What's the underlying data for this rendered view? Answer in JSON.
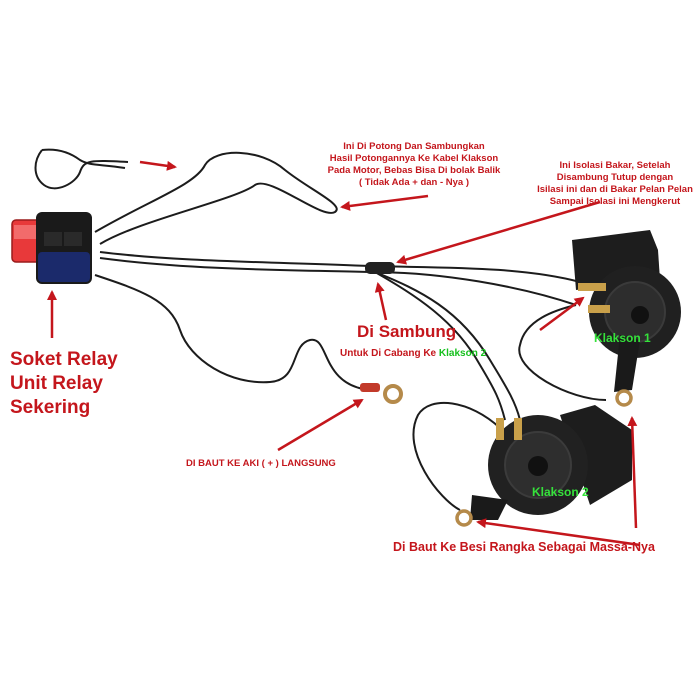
{
  "labels": {
    "cut_note": [
      "Ini Di Potong Dan Sambungkan",
      "Hasil Potongannya Ke Kabel Klakson",
      "Pada Motor, Bebas Bisa Di bolak Balik",
      "( Tidak Ada + dan - Nya )"
    ],
    "insulation_note": [
      "Ini Isolasi Bakar, Setelah",
      "Disambung Tutup dengan",
      "Isilasi ini dan di Bakar Pelan Pelan",
      "Sampai Isolasi ini Mengkerut"
    ],
    "relay_label": [
      "Soket Relay",
      "Unit Relay",
      "Sekering"
    ],
    "di_sambung": "Di Sambung",
    "cabang_prefix": "Untuk Di Cabang Ke",
    "cabang_target": "Klakson 2",
    "battery_note": "DI BAUT KE AKI ( + ) LANGSUNG",
    "ground_note": "Di Baut Ke Besi Rangka Sebagai Massa-Nya",
    "horn1": "Klakson 1",
    "horn2": "Klakson 2"
  },
  "colors": {
    "annotation": "#c4161c",
    "horn_label": "#35e23b",
    "wire": "#1c1c1c",
    "relay_red": "#e8393a"
  }
}
